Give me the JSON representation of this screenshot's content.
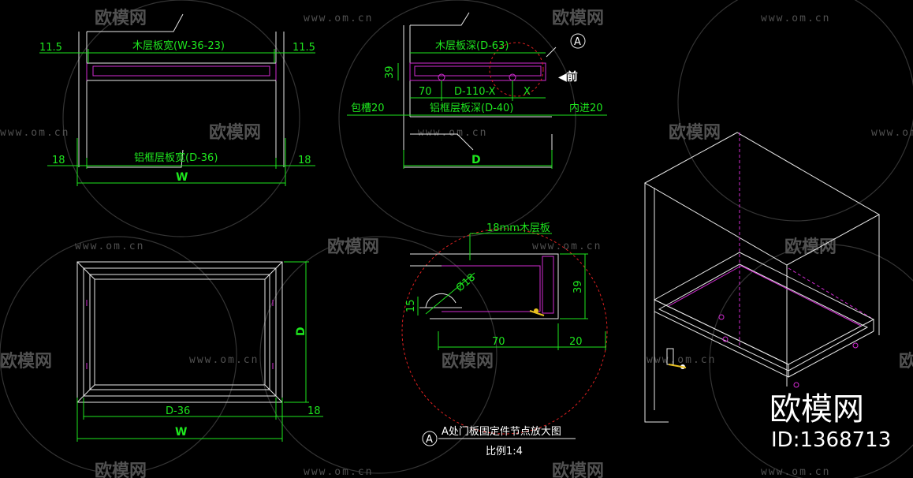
{
  "watermark": {
    "brand": "欧模网",
    "site": "www.om.cn"
  },
  "brand": {
    "name": "欧模网",
    "id": "ID:1368713"
  },
  "top_left_view": {
    "wood_width": "木层板宽(W-36-23)",
    "left_gap": "11.5",
    "right_gap": "11.5",
    "frame_width": "铝框层板宽(D-36)",
    "left_side": "18",
    "right_side": "18",
    "total": "W"
  },
  "top_center_view": {
    "wood_depth": "木层板深(D-63)",
    "height": "39",
    "dim_70": "70",
    "dim_mid": "D-110-X",
    "dim_x": "X",
    "recess_left": "包槽20",
    "frame_depth": "铝框层板深(D-40)",
    "recess_right": "内进20",
    "total": "D",
    "callout": "A",
    "front": "◀前"
  },
  "bottom_left_view": {
    "depth": "D",
    "inner": "D-36",
    "side": "18",
    "total": "W"
  },
  "detail_view": {
    "panel_label": "18mm木层板",
    "diameter": "Ø18",
    "offset": "15",
    "height": "39",
    "dim_70": "70",
    "dim_20": "20",
    "caption": "A处门板固定件节点放大图",
    "callout": "A",
    "scale": "比例1:4"
  },
  "colors": {
    "dimension": "#1ee61e",
    "outline": "#e8e8e8",
    "hidden": "#d22bd2",
    "detail_circle": "#e02020",
    "watermark": "#5a5a5a"
  }
}
